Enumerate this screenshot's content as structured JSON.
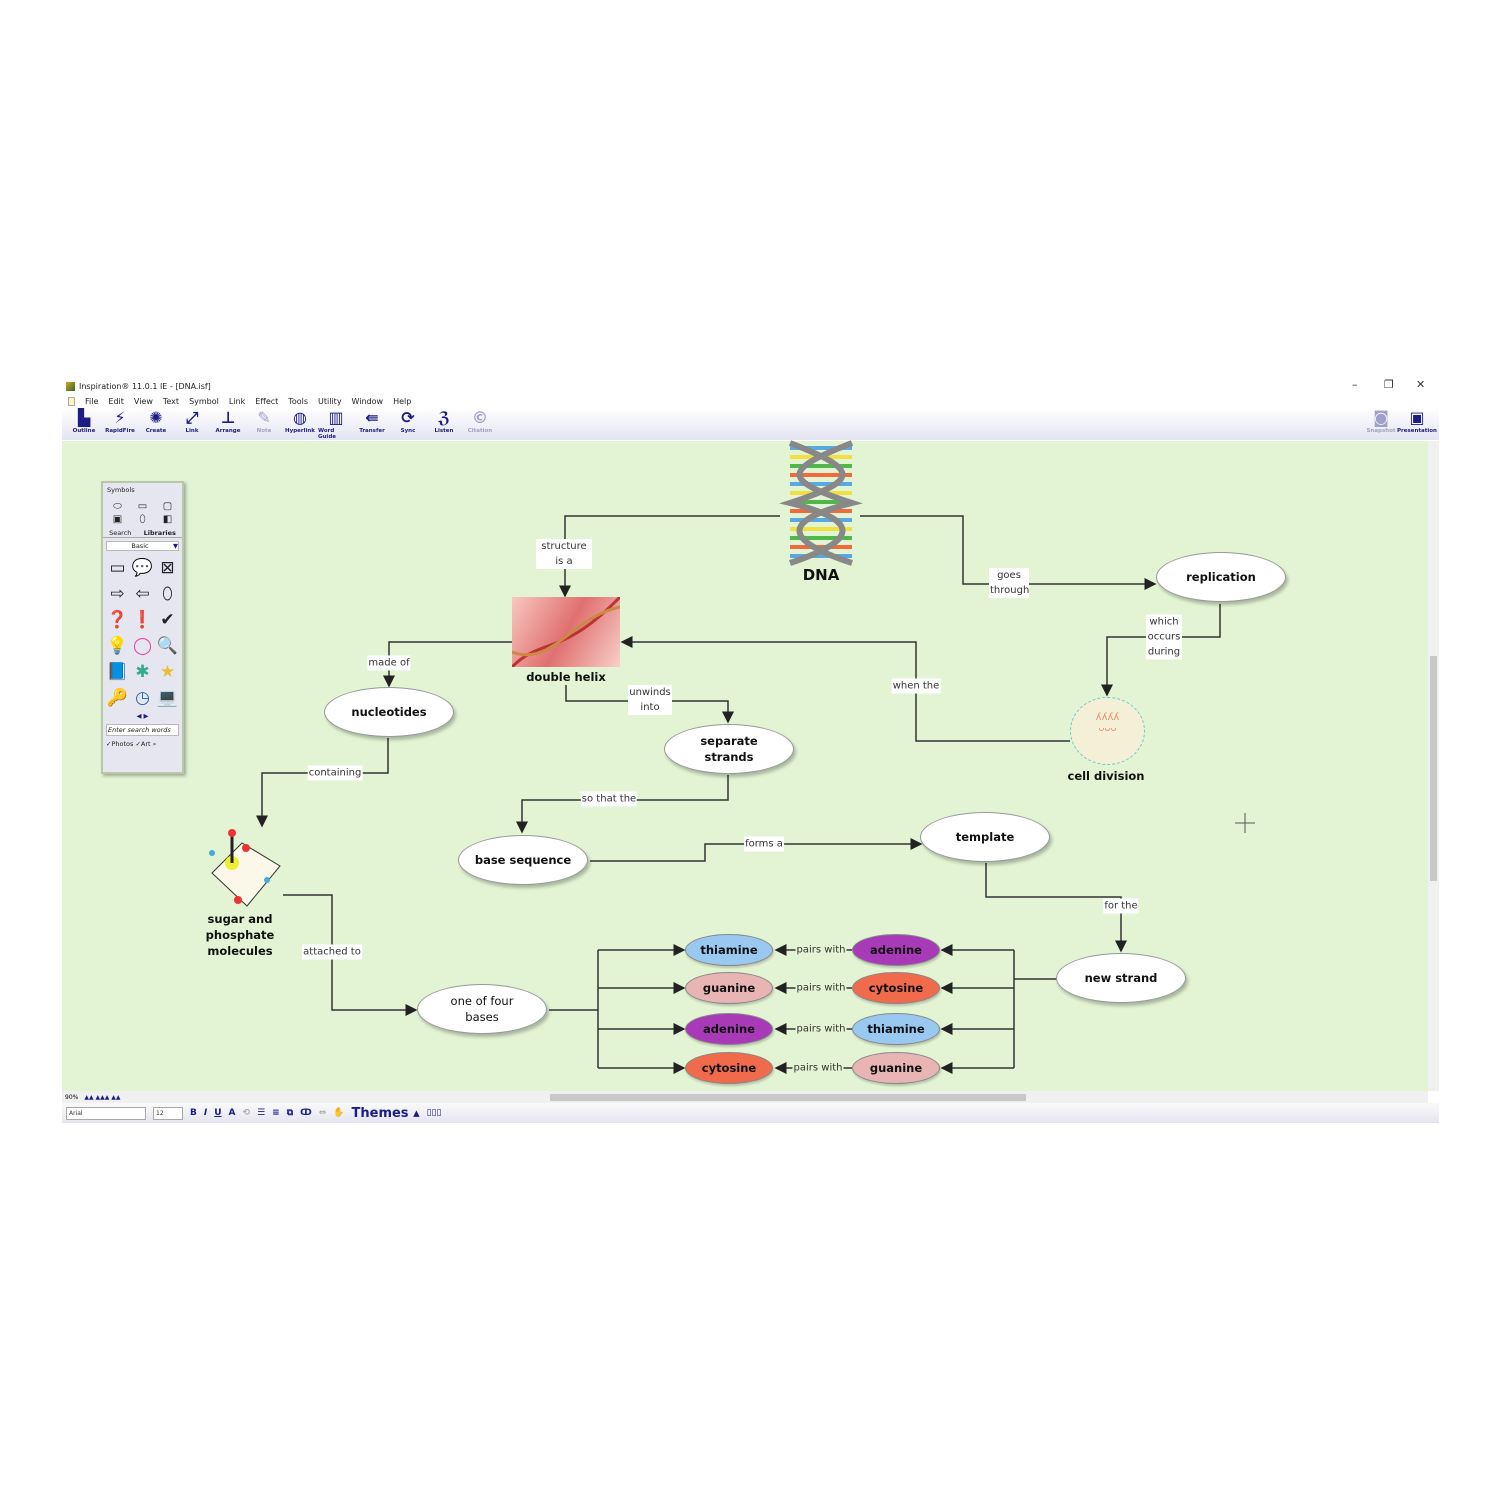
{
  "window": {
    "title": "Inspiration® 11.0.1 IE - [DNA.isf]"
  },
  "menu": [
    "File",
    "Edit",
    "View",
    "Text",
    "Symbol",
    "Link",
    "Effect",
    "Tools",
    "Utility",
    "Window",
    "Help"
  ],
  "toolbar": [
    {
      "label": "Outline",
      "icon": "outline-icon"
    },
    {
      "label": "RapidFire",
      "icon": "rapidfire-icon"
    },
    {
      "label": "Create",
      "icon": "create-icon"
    },
    {
      "label": "Link",
      "icon": "link-icon"
    },
    {
      "label": "Arrange",
      "icon": "arrange-icon"
    },
    {
      "label": "Note",
      "icon": "note-icon"
    },
    {
      "label": "Hyperlink",
      "icon": "globe-icon"
    },
    {
      "label": "Word Guide",
      "icon": "books-icon"
    },
    {
      "label": "Transfer",
      "icon": "transfer-icon"
    },
    {
      "label": "Sync",
      "icon": "sync-icon"
    },
    {
      "label": "Listen",
      "icon": "ear-icon"
    },
    {
      "label": "Citation",
      "icon": "citation-icon"
    }
  ],
  "toolbar_right": [
    {
      "label": "Snapshot",
      "icon": "camera-icon"
    },
    {
      "label": "Presentation",
      "icon": "presentation-icon"
    }
  ],
  "palette": {
    "title": "Symbols",
    "tabs": [
      "Search",
      "Libraries"
    ],
    "library": "Basic",
    "search_placeholder": "Enter search words",
    "photos": "Photos",
    "art": "Art"
  },
  "status": {
    "zoom": "90%"
  },
  "format": {
    "font": "Arial",
    "size": "12",
    "themes": "Themes"
  },
  "nodes": {
    "dna": "DNA",
    "double_helix": "double helix",
    "replication": "replication",
    "cell_division": "cell division",
    "nucleotides": "nucleotides",
    "separate_strands": "separate strands",
    "base_sequence": "base sequence",
    "template": "template",
    "sugar": "sugar and phosphate molecules",
    "new_strand": "new strand",
    "one_of_four": "one of four bases"
  },
  "bases_left": [
    "thiamine",
    "guanine",
    "adenine",
    "cytosine"
  ],
  "bases_right": [
    "adenine",
    "cytosine",
    "thiamine",
    "guanine"
  ],
  "links": {
    "structure": "structure is a",
    "goes": "goes through",
    "which": "which occurs during",
    "when": "when the",
    "made": "made of",
    "unwinds": "unwinds into",
    "containing": "containing",
    "so_that": "so that the",
    "forms": "forms a",
    "for_the": "for the",
    "attached": "attached to",
    "pairs": "pairs with"
  },
  "colors": {
    "canvas": "#e2f4d4",
    "thiamine": "#99c8f0",
    "guanine": "#e8b4b4",
    "adenine": "#a83ab8",
    "cytosine": "#f06a4c"
  }
}
